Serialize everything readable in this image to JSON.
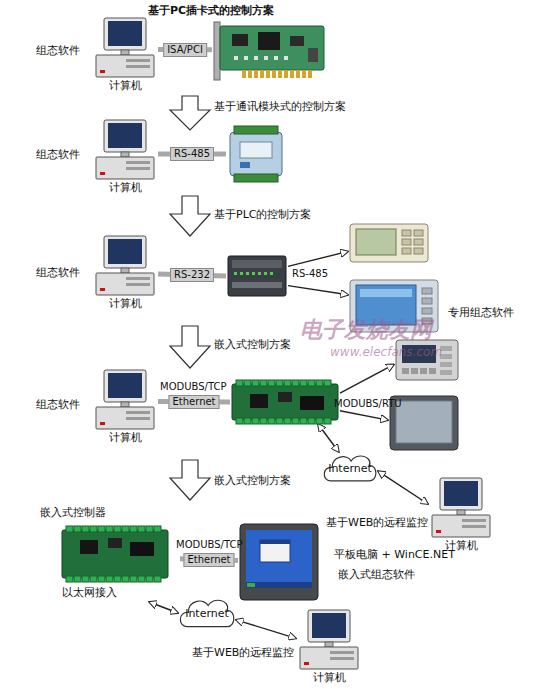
{
  "diagram": {
    "nodes": [
      {
        "text": [
          "计算机"
        ]
      },
      {
        "text": []
      },
      {
        "text": [
          "计算机"
        ]
      },
      {
        "text": []
      },
      {
        "text": [
          "计算机"
        ]
      },
      {
        "text": []
      },
      {
        "text": []
      },
      {
        "text": []
      },
      {
        "text": [
          "计算机"
        ]
      },
      {
        "text": []
      },
      {
        "text": []
      },
      {
        "text": []
      },
      {
        "text": [
          "Internet"
        ]
      },
      {
        "text": [
          "计算机"
        ]
      },
      {
        "text": [
          "嵌入式控制器",
          "以太网接入"
        ]
      },
      {
        "text": [
          "平板电脑 + WinCE.NET",
          "嵌入式组态软件"
        ]
      },
      {
        "text": [
          "Internet"
        ]
      },
      {
        "text": [
          "计算机"
        ]
      }
    ],
    "edges": [
      {
        "from": 0,
        "to": 1,
        "arrow": "none",
        "label": "ISA/PCI"
      },
      {
        "from": 2,
        "to": 3,
        "arrow": "none",
        "label": "RS-485"
      },
      {
        "from": 4,
        "to": 5,
        "arrow": "none",
        "label": "RS-232"
      },
      {
        "from": 5,
        "to": 6,
        "arrow": "to",
        "label": "RS-485"
      },
      {
        "from": 5,
        "to": 7,
        "arrow": "to"
      },
      {
        "from": 8,
        "to": 9,
        "arrow": "none",
        "label": "Ethernet"
      },
      {
        "from": 9,
        "to": 10,
        "arrow": "to",
        "label": "MODUBS/RTU"
      },
      {
        "from": 9,
        "to": 11,
        "arrow": "to"
      },
      {
        "from": 9,
        "to": 12,
        "arrow": "both"
      },
      {
        "from": 12,
        "to": 13,
        "arrow": "both"
      },
      {
        "from": 14,
        "to": 15,
        "arrow": "none",
        "label": "Ethernet"
      },
      {
        "from": 14,
        "to": 16,
        "arrow": "both"
      },
      {
        "from": 16,
        "to": 17,
        "arrow": "both"
      }
    ],
    "labels": [
      "基于PC插卡式的控制方案",
      "组态软件",
      "基于通讯模块式的控制方案",
      "组态软件",
      "基于PLC的控制方案",
      "组态软件",
      "专用组态软件",
      "电子发烧友网",
      "www.elecfans.com",
      "嵌入式控制方案",
      "MODUBS/TCP",
      "组态软件",
      "基于WEB的远程监控",
      "嵌入式控制方案",
      "MODUBS/TCP",
      "基于WEB的远程监控"
    ]
  }
}
